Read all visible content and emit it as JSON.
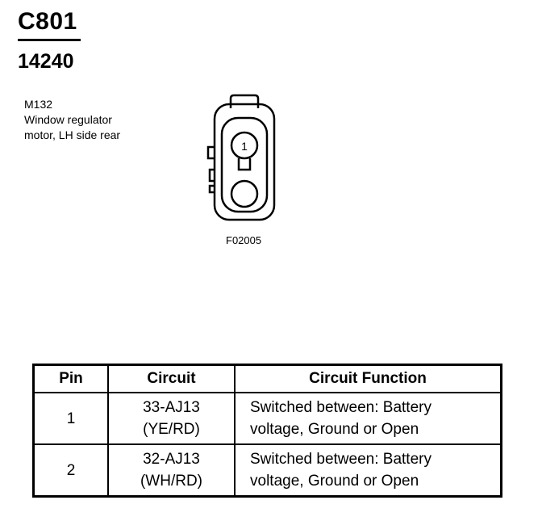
{
  "header": {
    "connector_id": "C801",
    "part_number": "14240"
  },
  "component": {
    "code": "M132",
    "description_lines": [
      "Window regulator",
      "motor, LH side rear"
    ]
  },
  "diagram": {
    "pin_label": "1",
    "figure_ref": "F02005"
  },
  "pin_table": {
    "headers": [
      "Pin",
      "Circuit",
      "Circuit Function"
    ],
    "rows": [
      {
        "pin": "1",
        "circuit_lines": [
          "33-AJ13",
          "(YE/RD)"
        ],
        "function_lines": [
          "Switched between: Battery",
          "voltage, Ground or Open"
        ]
      },
      {
        "pin": "2",
        "circuit_lines": [
          "32-AJ13",
          "(WH/RD)"
        ],
        "function_lines": [
          "Switched between: Battery",
          "voltage, Ground or Open"
        ]
      }
    ]
  }
}
